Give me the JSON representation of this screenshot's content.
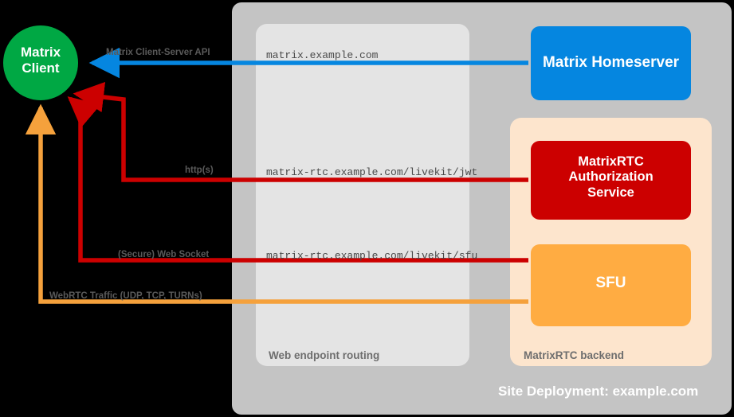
{
  "diagram": {
    "outer": {
      "caption": "Site Deployment: example.com",
      "bg_color": "#C4C4C4"
    },
    "panels": [
      {
        "key": "routing",
        "caption": "Web endpoint routing",
        "bg_color": "#E4E4E4"
      },
      {
        "key": "backend",
        "caption": "MatrixRTC backend",
        "bg_color": "#FDE5CD"
      }
    ],
    "nodes": {
      "client": {
        "label": "Matrix\nClient",
        "color": "#00A844",
        "shape": "circle"
      },
      "homeserver": {
        "label": "Matrix Homeserver",
        "color": "#0586E0",
        "shape": "rounded-rect"
      },
      "authorization": {
        "label": "MatrixRTC\nAuthorization\nService",
        "color": "#CC0000",
        "shape": "rounded-rect"
      },
      "sfu": {
        "label": "SFU",
        "color": "#FFAC42",
        "shape": "rounded-rect"
      }
    },
    "endpoints": {
      "matrix": "matrix.example.com",
      "jwt": "matrix-rtc.example.com/livekit/jwt",
      "sfu": "matrix-rtc.example.com/livekit/sfu"
    },
    "connections": [
      {
        "key": "cs-api",
        "label": "Matrix Client-Server API",
        "color": "#0586E0",
        "target": "homeserver"
      },
      {
        "key": "https",
        "label": "http(s)",
        "color": "#CC0000",
        "target": "authorization"
      },
      {
        "key": "websocket",
        "label": "(Secure) Web Socket",
        "color": "#CC0000",
        "target": "sfu"
      },
      {
        "key": "webrtc",
        "label": "WebRTC Traffic (UDP, TCP, TURNs)",
        "color": "#F5A13C",
        "target": "sfu"
      }
    ]
  }
}
